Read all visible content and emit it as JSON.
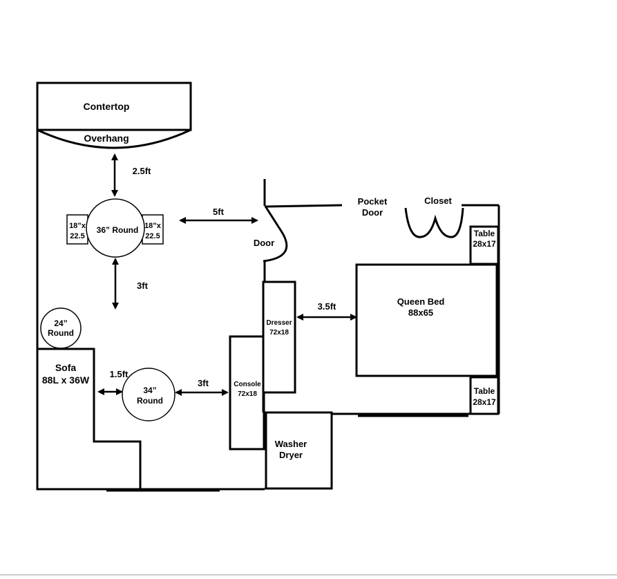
{
  "labels": {
    "countertop": "Contertop",
    "overhang": "Overhang",
    "gap_counter_table": "2.5ft",
    "chair_left": [
      "18”x",
      "22.5"
    ],
    "chair_right": [
      "18”x",
      "22.5"
    ],
    "round_table_36": "36” Round",
    "gap_table_door": "5ft",
    "door": "Door",
    "pocket_door": [
      "Pocket",
      "Door"
    ],
    "closet": "Closet",
    "gap_table_sofa": "3ft",
    "round_table_24": [
      "24”",
      "Round"
    ],
    "sofa": [
      "Sofa",
      "88L x 36W"
    ],
    "gap_sofa_coffee": "1.5ft",
    "round_table_34": [
      "34”",
      "Round"
    ],
    "gap_coffee_console": "3ft",
    "console": [
      "Console",
      "72x18"
    ],
    "dresser": [
      "Dresser",
      "72x18"
    ],
    "gap_dresser_bed": "3.5ft",
    "queen_bed": [
      "Queen Bed",
      "88x65"
    ],
    "nightstand_top": [
      "Table",
      "28x17"
    ],
    "nightstand_bottom": [
      "Table",
      "28x17"
    ],
    "washer_dryer": [
      "Washer",
      "Dryer"
    ]
  }
}
